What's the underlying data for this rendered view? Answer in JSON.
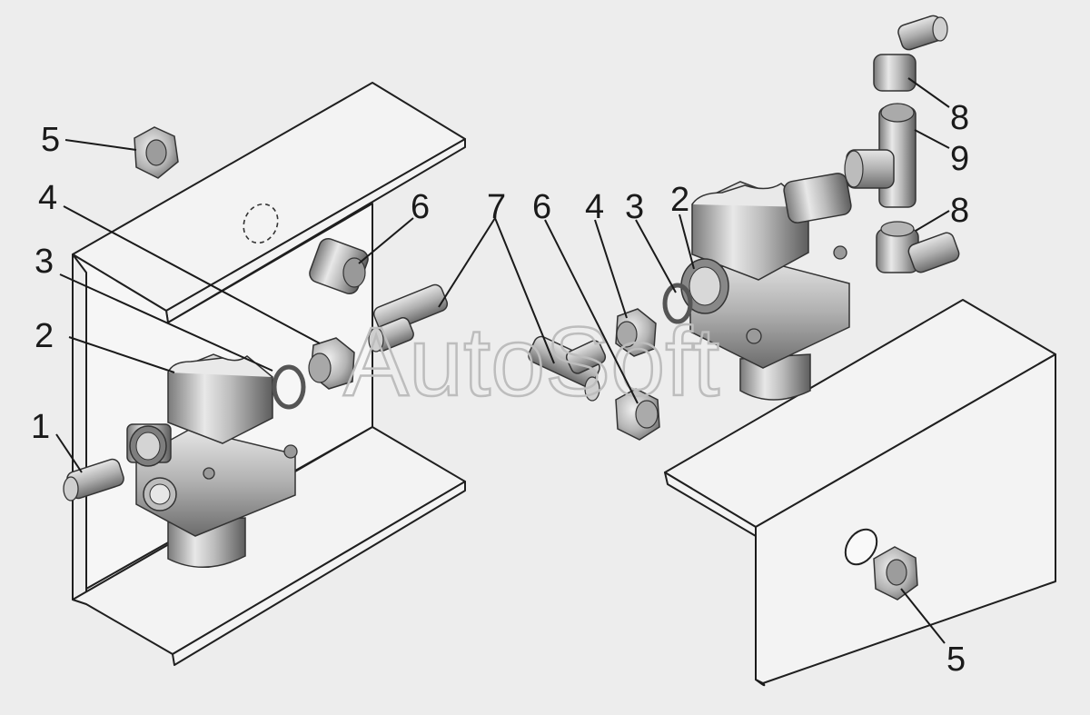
{
  "watermark": "AutoSoft",
  "callouts": {
    "c1": "1",
    "c2_left": "2",
    "c3_left": "3",
    "c4_left": "4",
    "c5_top": "5",
    "c6_left": "6",
    "c7": "7",
    "c6_right": "6",
    "c4_right": "4",
    "c3_right": "3",
    "c2_right": "2",
    "c8_top": "8",
    "c9": "9",
    "c8_bottom": "8",
    "c5_bottom": "5"
  }
}
